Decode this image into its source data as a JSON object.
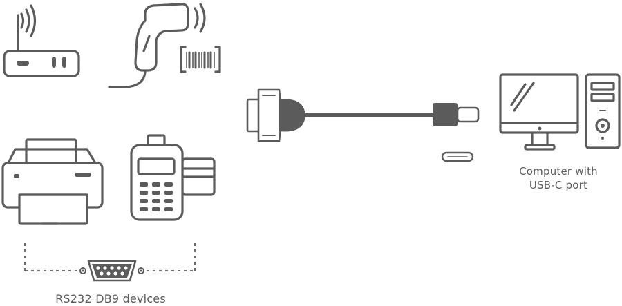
{
  "computer_caption": {
    "line1": "Computer with",
    "line2": "USB-C port"
  },
  "devices_caption": "RS232 DB9 devices",
  "colors": {
    "line": "#5b5b5b",
    "fill_light": "#ffffff",
    "fill_dark": "#5b5b5b"
  },
  "icons": {
    "router": "router-icon",
    "scanner": "barcode-scanner-icon",
    "printer": "printer-icon",
    "pos_terminal": "pos-terminal-icon",
    "db9_port": "db9-port-icon",
    "cable": "db9-to-usbc-cable-icon",
    "usbc_port": "usb-c-port-icon",
    "computer": "desktop-computer-icon"
  }
}
